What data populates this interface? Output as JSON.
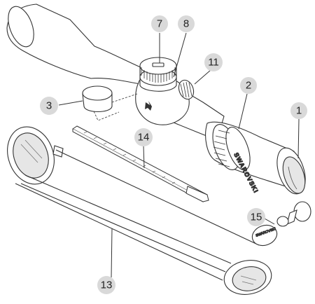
{
  "diagram": {
    "brand_label": "SWAROVSKI",
    "callouts": [
      {
        "key": "c1",
        "label": "1"
      },
      {
        "key": "c2",
        "label": "2"
      },
      {
        "key": "c3",
        "label": "3"
      },
      {
        "key": "c7",
        "label": "7"
      },
      {
        "key": "c8",
        "label": "8"
      },
      {
        "key": "c11",
        "label": "11"
      },
      {
        "key": "c13",
        "label": "13"
      },
      {
        "key": "c14",
        "label": "14"
      },
      {
        "key": "c15",
        "label": "15"
      }
    ]
  },
  "colors": {
    "callout_fill": "#d9d9d9",
    "line": "#333333",
    "body_fill": "#ffffff",
    "lens_fill": "#e6e6e6"
  }
}
